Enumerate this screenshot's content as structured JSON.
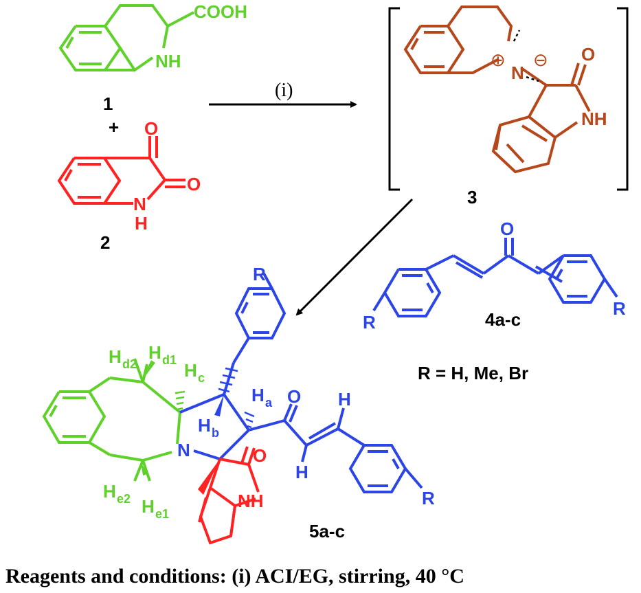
{
  "colors": {
    "reactant_1": "#5fd12a",
    "reactant_2": "#ff2222",
    "intermediate": "#b5471a",
    "chalcone": "#2b45e6",
    "text": "#000000"
  },
  "compound_1": {
    "label": "1",
    "cooh": "COOH",
    "nh": "NH"
  },
  "plus": "+",
  "compound_2": {
    "label": "2",
    "o_top": "O",
    "o_right": "O",
    "n": "N",
    "h": "H"
  },
  "arrow_label": "(i)",
  "compound_3": {
    "label": "3",
    "n": "N",
    "plus": "⊕",
    "minus": "⊖",
    "o": "O",
    "nh": "NH"
  },
  "compound_4": {
    "label": "4a-c",
    "o": "O",
    "r_left": "R",
    "r_right": "R"
  },
  "substituents": "R = H, Me, Br",
  "compound_5": {
    "label": "5a-c",
    "n": "N",
    "o_ketone": "O",
    "o_oxindole": "O",
    "nh": "NH",
    "r_top": "R",
    "r_right": "R",
    "h_vinyl_top": "H",
    "h_vinyl_bottom": "H",
    "ha": "H",
    "ha_sub": "a",
    "hb": "H",
    "hb_sub": "b",
    "hc": "H",
    "hc_sub": "c",
    "hd2": "H",
    "hd2_sub": "d2",
    "hd1": "H",
    "hd1_sub": "d1",
    "he2": "H",
    "he2_sub": "e2",
    "he1": "H",
    "he1_sub": "e1"
  },
  "conditions": "Reagents and conditions: (i) ACI/EG, stirring, 40 °C"
}
